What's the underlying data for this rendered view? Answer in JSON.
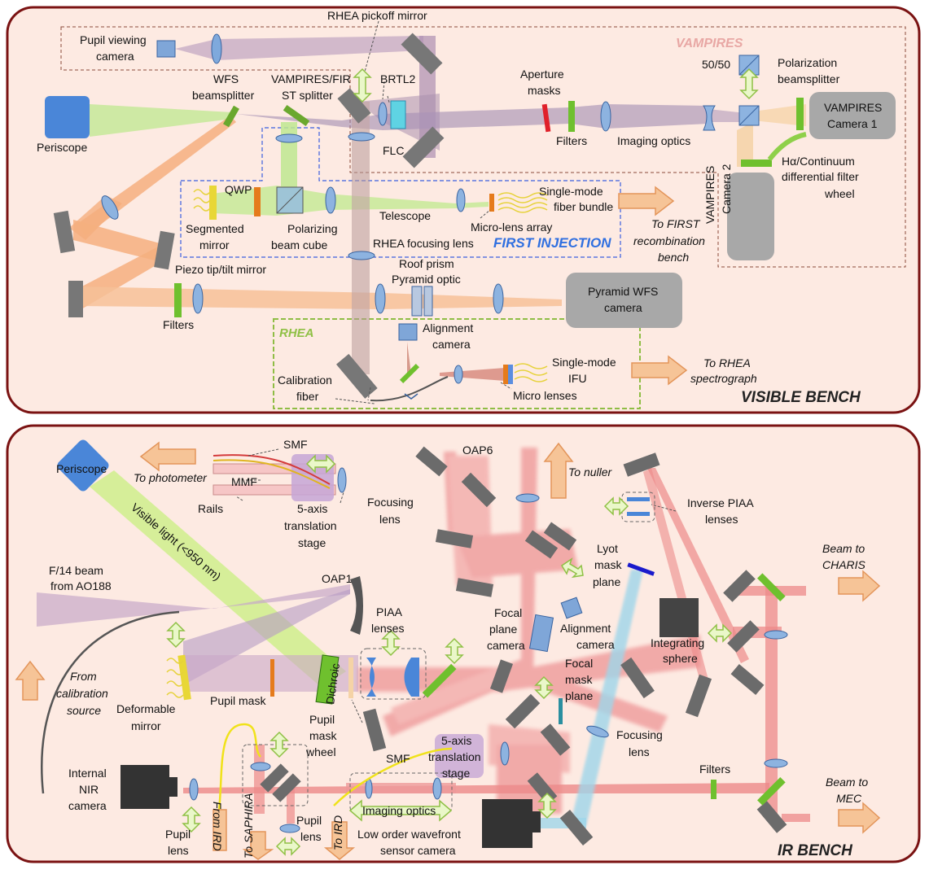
{
  "labels": {
    "rhea_pickoff": "RHEA pickoff mirror",
    "pupil_viewing_1": "Pupil viewing",
    "pupil_viewing_2": "camera",
    "vampires": "VAMPIRES",
    "fifty_fifty": "50/50",
    "polbs_1": "Polarization",
    "polbs_2": "beamsplitter",
    "wfs_1": "WFS",
    "wfs_2": "beamsplitter",
    "vfir_1": "VAMPIRES/FIR",
    "vfir_2": "ST splitter",
    "brtl2": "BRTL2",
    "aperture_1": "Aperture",
    "aperture_2": "masks",
    "vcam1_1": "VAMPIRES",
    "vcam1_2": "Camera 1",
    "periscope": "Periscope",
    "flc": "FLC",
    "filters": "Filters",
    "imaging_optics": "Imaging optics",
    "halpha_1": "Hα/Continuum",
    "halpha_2": "differential filter",
    "halpha_3": "wheel",
    "qwp": "QWP",
    "smfb_1": "Single-mode",
    "smfb_2": "fiber bundle",
    "telescope": "Telescope",
    "microlens_array": "Micro-lens array",
    "seg_1": "Segmented",
    "seg_2": "mirror",
    "pbc_1": "Polarizing",
    "pbc_2": "beam cube",
    "to_first_1": "To FIRST",
    "to_first_2": "recombination",
    "to_first_3": "bench",
    "rhea_focusing": "RHEA focusing lens",
    "first_injection": "FIRST INJECTION",
    "vcam2_1": "VAMPIRES",
    "vcam2_2": "Camera 2",
    "piezo": "Piezo tip/tilt mirror",
    "roof_prism": "Roof prism",
    "pyramid_optic": "Pyramid optic",
    "pwfs_1": "Pyramid WFS",
    "pwfs_2": "camera",
    "rhea": "RHEA",
    "align_1": "Alignment",
    "align_2": "camera",
    "smifu_1": "Single-mode",
    "smifu_2": "IFU",
    "to_rhea_1": "To RHEA",
    "to_rhea_2": "spectrograph",
    "cal_fiber_1": "Calibration",
    "cal_fiber_2": "fiber",
    "micro_lenses": "Micro lenses",
    "visible_bench": "VISIBLE BENCH",
    "smf": "SMF",
    "oap6": "OAP6",
    "to_photometer": "To photometer",
    "mmf": "MMF",
    "to_nuller": "To nuller",
    "inverse_piaa_1": "Inverse PIAA",
    "inverse_piaa_2": "lenses",
    "rails": "Rails",
    "five_axis_1": "5-axis",
    "five_axis_2": "translation",
    "five_axis_3": "stage",
    "focusing_1": "Focusing",
    "focusing_2": "lens",
    "lyot_1": "Lyot",
    "lyot_2": "mask",
    "lyot_3": "plane",
    "beam_charis_1": "Beam to",
    "beam_charis_2": "CHARIS",
    "f14_1": "F/14 beam",
    "f14_2": "from AO188",
    "visible_light": "Visible light (<950 nm)",
    "oap1": "OAP1",
    "piaa_1": "PIAA",
    "piaa_2": "lenses",
    "fpc_1": "Focal",
    "fpc_2": "plane",
    "fpc_3": "camera",
    "integrating_1": "Integrating",
    "integrating_2": "sphere",
    "from_cal_1": "From",
    "from_cal_2": "calibration",
    "from_cal_3": "source",
    "focal_mask_1": "Focal",
    "focal_mask_2": "mask",
    "focal_mask_3": "plane",
    "dichroic": "Dichroic",
    "pupil_mask": "Pupil mask",
    "deformable_1": "Deformable",
    "deformable_2": "mirror",
    "pmw_1": "Pupil",
    "pmw_2": "mask",
    "pmw_3": "wheel",
    "filters_ir": "Filters",
    "internal_nir_1": "Internal",
    "internal_nir_2": "NIR",
    "internal_nir_3": "camera",
    "beam_mec_1": "Beam to",
    "beam_mec_2": "MEC",
    "pupil_lens_1": "Pupil",
    "pupil_lens_2": "lens",
    "from_ird": "From IRD",
    "to_saphira": "To SAPHIRA",
    "to_ird": "To IRD",
    "low_order_1": "Low order wavefront",
    "low_order_2": "sensor camera",
    "ir_bench": "IR BENCH"
  },
  "colors": {
    "bench_background": "#fdeae2",
    "bench_border": "#7a1212",
    "visible_beam": "#bfe890",
    "orange_beam": "#f3a46d",
    "purple_beam": "#9a82ae",
    "red_beam": "#e8767a",
    "cyan_beam": "#9fd6ea",
    "first_label": "#2f6fe0",
    "rhea_label": "#8fc045",
    "vampires_label": "#e8a7a4"
  }
}
